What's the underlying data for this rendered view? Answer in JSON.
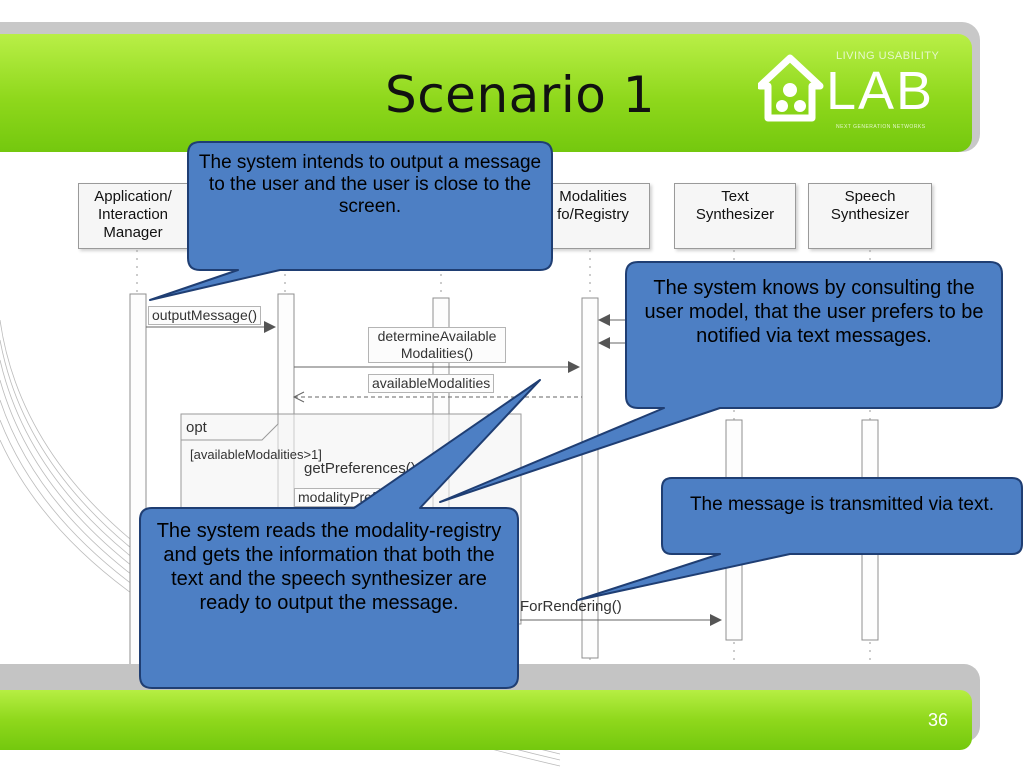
{
  "slide": {
    "title": "Scenario 1",
    "page_number": "36"
  },
  "logo": {
    "top_text": "LIVING USABILITY",
    "main_text": "LAB",
    "bottom_text": "NEXT GENERATION NETWORKS"
  },
  "participants": [
    {
      "label": "Application/ Interaction Manager"
    },
    {
      "label": "Modalities Info/Registry"
    },
    {
      "label": "Text Synthesizer"
    },
    {
      "label": "Speech Synthesizer"
    }
  ],
  "participant_display": {
    "p0": "Application/\nInteraction\nManager",
    "p1": "Modalities\nfo/Registry",
    "p2": "Text\nSynthesizer",
    "p3": "Speech\nSynthesizer"
  },
  "messages": {
    "output_message": "outputMessage()",
    "determine_available_1": "determineAvailable",
    "determine_available_2": "Modalities()",
    "available_modalities": "availableModalities",
    "get_preferences": "getPreferences()",
    "modality_pref": "modalityPref",
    "for_rendering": "ForRendering()"
  },
  "fragment": {
    "operator": "opt",
    "guard": "[availableModalities>1]"
  },
  "callouts": {
    "intends": "The system intends to output a message to the user and the user is close to the screen.",
    "knows": "The system knows by consulting the user model, that the user prefers to be notified via text messages.",
    "transmitted": "The message is transmitted via text.",
    "reads": "The system reads the modality-registry and gets the information that both the text and the speech synthesizer are ready to output the message."
  },
  "colors": {
    "header_green": "#8fd81c",
    "callout_fill": "#4d7fc4",
    "callout_border": "#1f3e73"
  }
}
